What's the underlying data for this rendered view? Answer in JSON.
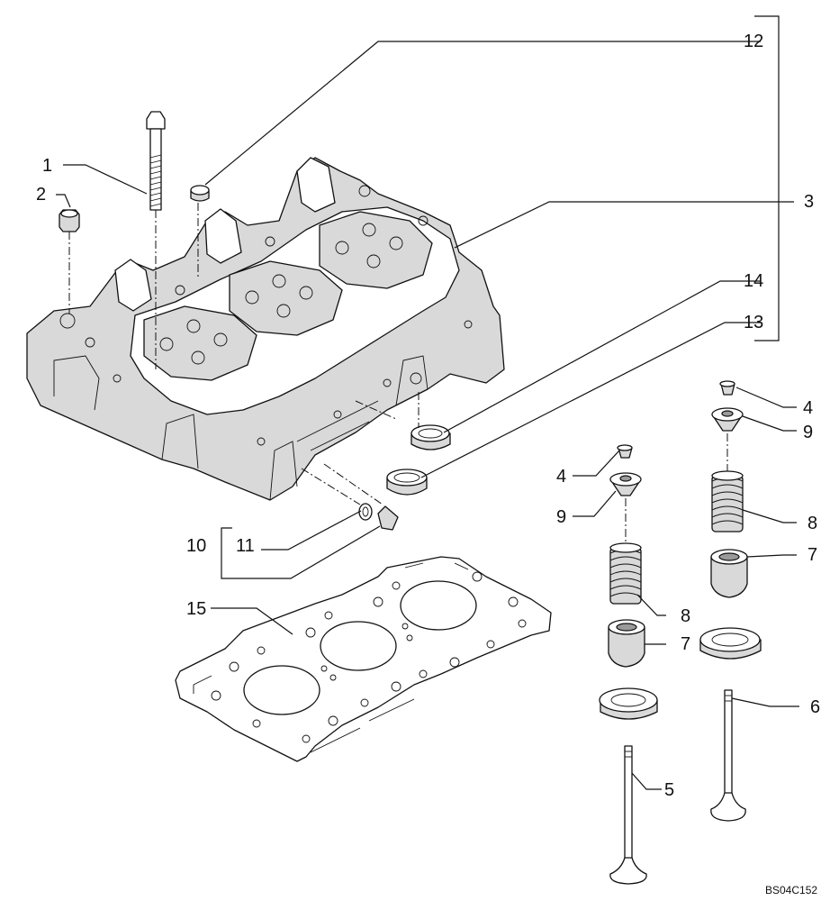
{
  "drawing_code": "BS04C152",
  "callouts": {
    "c1": "1",
    "c2": "2",
    "c3": "3",
    "c4a": "4",
    "c4b": "4",
    "c5": "5",
    "c6": "6",
    "c7a": "7",
    "c7b": "7",
    "c8a": "8",
    "c8b": "8",
    "c9a": "9",
    "c9b": "9",
    "c10": "10",
    "c11": "11",
    "c12": "12",
    "c13": "13",
    "c14": "14",
    "c15": "15"
  }
}
